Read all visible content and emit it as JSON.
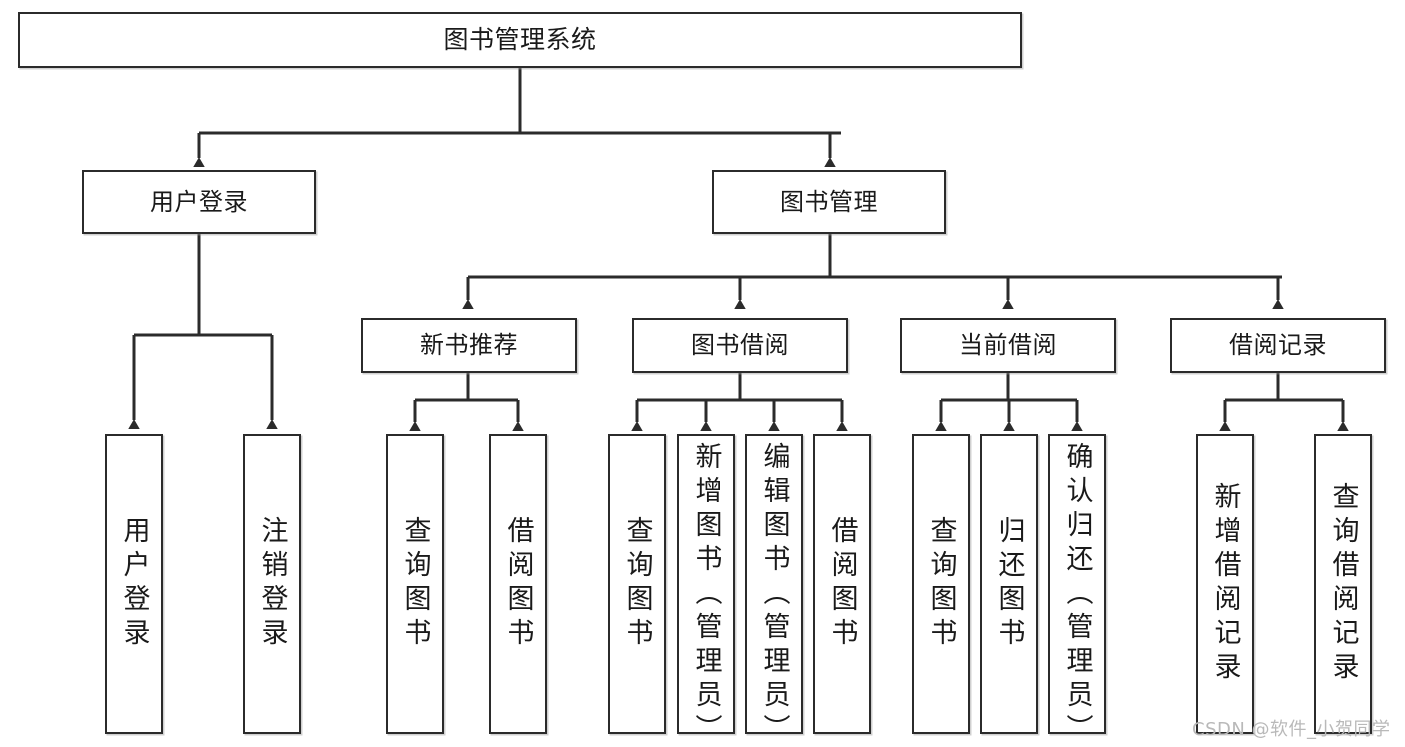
{
  "diagram": {
    "title": "图书管理系统",
    "type": "tree",
    "root": {
      "label": "图书管理系统"
    },
    "level2": [
      {
        "label": "用户登录"
      },
      {
        "label": "图书管理"
      }
    ],
    "level3": [
      {
        "label": "新书推荐"
      },
      {
        "label": "图书借阅"
      },
      {
        "label": "当前借阅"
      },
      {
        "label": "借阅记录"
      }
    ],
    "leaves": {
      "user_login": [
        {
          "label": "用户登录"
        },
        {
          "label": "注销登录"
        }
      ],
      "new_book_recommend": [
        {
          "label": "查询图书"
        },
        {
          "label": "借阅图书"
        }
      ],
      "book_borrow": [
        {
          "label": "查询图书"
        },
        {
          "label": "新增图书（管理员）"
        },
        {
          "label": "编辑图书（管理员）"
        },
        {
          "label": "借阅图书"
        }
      ],
      "current_borrow": [
        {
          "label": "查询图书"
        },
        {
          "label": "归还图书"
        },
        {
          "label": "确认归还（管理员）"
        }
      ],
      "borrow_record": [
        {
          "label": "新增借阅记录"
        },
        {
          "label": "查询借阅记录"
        }
      ]
    }
  },
  "watermark": {
    "text": "CSDN @软件_小贺同学"
  },
  "colors": {
    "border": "#2b2b2b",
    "text": "#1a1a1a",
    "background": "#ffffff",
    "watermark": "#b9b9b9"
  }
}
